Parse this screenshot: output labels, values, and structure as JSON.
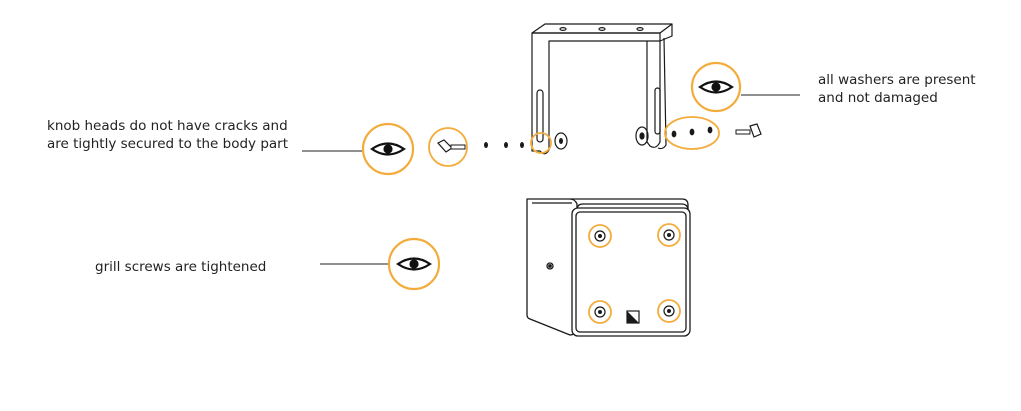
{
  "annotations": {
    "knob_heads": {
      "label": "knob heads do not have cracks and are tightly secured to the body part"
    },
    "washers": {
      "label": "all washers are present and not damaged"
    },
    "grill_screws": {
      "label": "grill screws are tightened"
    }
  },
  "icons": {
    "inspect": "eye-icon",
    "logo": "brand-logo-icon"
  },
  "colors": {
    "accent": "#F3AC3B",
    "line": "#1a1a1a",
    "text": "#222222"
  }
}
